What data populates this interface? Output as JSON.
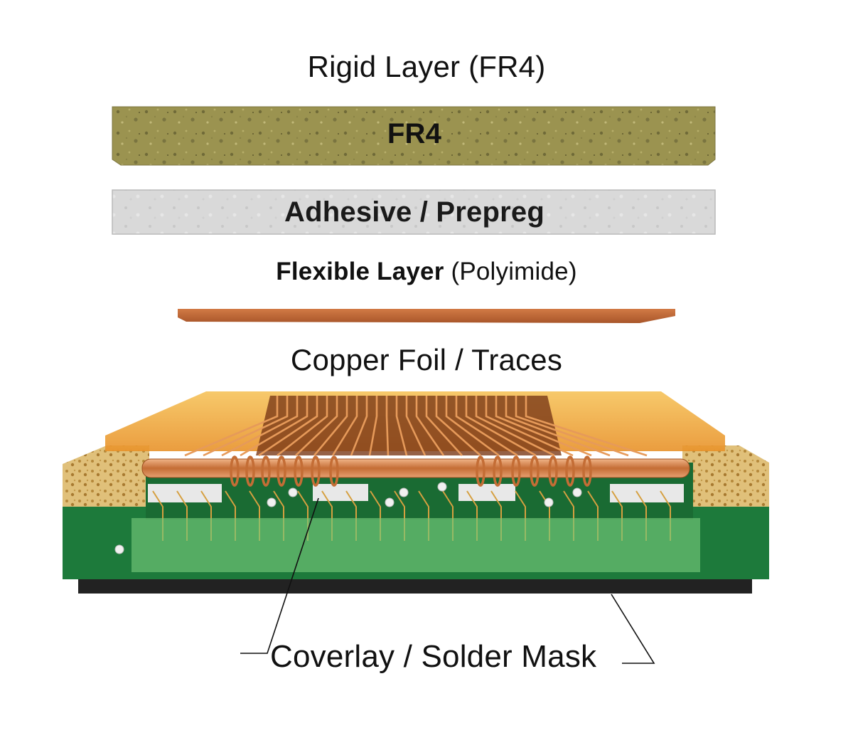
{
  "labels": {
    "rigid_layer": "Rigid Layer (FR4)",
    "fr4": "FR4",
    "adhesive": "Adhesive / Prepreg",
    "flexible_strong": "Flexible Layer",
    "flexible_paren": "(Polyimide)",
    "copper": "Copper Foil / Traces",
    "coverlay": "Coverlay / Solder Mask"
  },
  "colors": {
    "fr4": "#9c9452",
    "adhesive": "#dcdcdc",
    "polyimide": "#c0693a",
    "pcb_green": "#1f7a3a",
    "copper": "#d48a4e",
    "coverlay_amber": "#f0a830"
  }
}
